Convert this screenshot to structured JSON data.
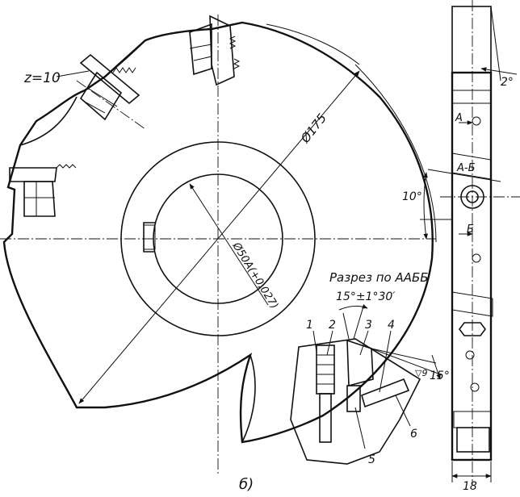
{
  "figure": {
    "panel_label": "б)"
  },
  "labels": {
    "teeth_count": "z=10",
    "outer_diameter": "Ø175",
    "bore_diameter": "Ø50A(+0,027)",
    "section_title": "Разрез по ААББ",
    "rake_angle": "15°±1°30′",
    "clearance_angle": "15°",
    "roughness": "▽9",
    "side_angle": "2°",
    "tilt_angle": "10°",
    "width": "18",
    "section_mark_a": "A",
    "section_mark_ab": "A-Б",
    "section_mark_b": "Б"
  },
  "callouts": [
    "1",
    "2",
    "3",
    "4",
    "5",
    "6"
  ]
}
